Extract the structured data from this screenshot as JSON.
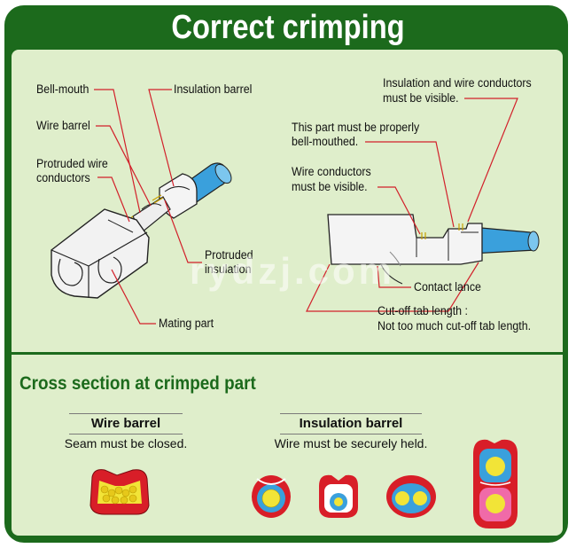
{
  "title": "Correct crimping",
  "labels": {
    "bell_mouth": "Bell-mouth",
    "insulation_barrel": "Insulation barrel",
    "wire_barrel": "Wire barrel",
    "protruded_wire_1": "Protruded wire",
    "protruded_wire_2": "conductors",
    "protruded_insul_1": "Protruded",
    "protruded_insul_2": "insulation",
    "mating_part": "Mating part",
    "visible_1": "Insulation and wire conductors",
    "visible_2": "must be visible.",
    "bellmouthed_1": "This part must be properly",
    "bellmouthed_2": "bell-mouthed.",
    "wire_visible_1": "Wire conductors",
    "wire_visible_2": "must be visible.",
    "contact_lance": "Contact lance",
    "cutoff_1": "Cut-off tab length :",
    "cutoff_2": "Not too much cut-off tab length."
  },
  "watermark": "rydzj.com",
  "cross_section": {
    "title": "Cross section at crimped part",
    "wire_barrel_head": "Wire barrel",
    "wire_barrel_sub": "Seam must be closed.",
    "insulation_barrel_head": "Insulation barrel",
    "insulation_barrel_sub": "Wire must be securely held."
  },
  "colors": {
    "frame": "#1c6a1c",
    "panel": "#dfeecb",
    "leader": "#d2202a",
    "wire_blue": "#3aa0dc",
    "strand_yellow": "#f2e437",
    "barrel_red": "#d81e28",
    "insulation_pink": "#f06aa8"
  }
}
